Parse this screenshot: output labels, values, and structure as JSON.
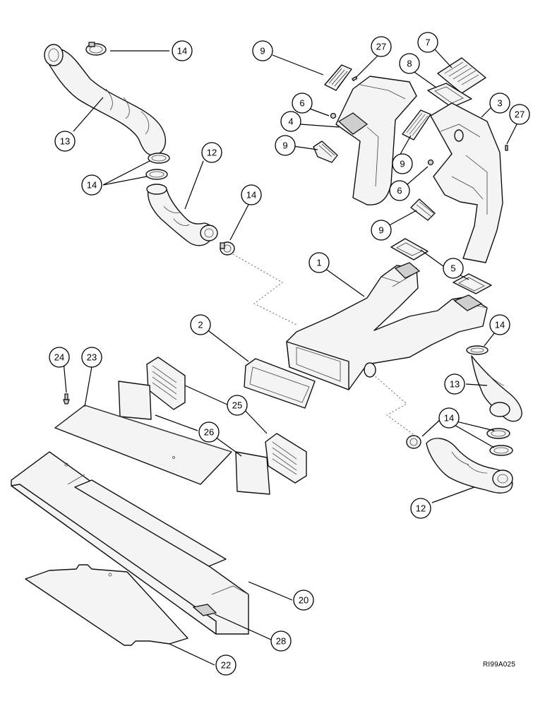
{
  "diagram": {
    "reference_code": "RI99A025",
    "callouts": [
      {
        "id": "c-14a",
        "label": "14"
      },
      {
        "id": "c-13a",
        "label": "13"
      },
      {
        "id": "c-14b",
        "label": "14"
      },
      {
        "id": "c-12a",
        "label": "12"
      },
      {
        "id": "c-14c",
        "label": "14"
      },
      {
        "id": "c-9a",
        "label": "9"
      },
      {
        "id": "c-27a",
        "label": "27"
      },
      {
        "id": "c-7",
        "label": "7"
      },
      {
        "id": "c-8",
        "label": "8"
      },
      {
        "id": "c-6a",
        "label": "6"
      },
      {
        "id": "c-3",
        "label": "3"
      },
      {
        "id": "c-27b",
        "label": "27"
      },
      {
        "id": "c-4",
        "label": "4"
      },
      {
        "id": "c-9b",
        "label": "9"
      },
      {
        "id": "c-9c",
        "label": "9"
      },
      {
        "id": "c-6b",
        "label": "6"
      },
      {
        "id": "c-9d",
        "label": "9"
      },
      {
        "id": "c-1",
        "label": "1"
      },
      {
        "id": "c-5",
        "label": "5"
      },
      {
        "id": "c-2",
        "label": "2"
      },
      {
        "id": "c-14d",
        "label": "14"
      },
      {
        "id": "c-24",
        "label": "24"
      },
      {
        "id": "c-23",
        "label": "23"
      },
      {
        "id": "c-13b",
        "label": "13"
      },
      {
        "id": "c-25",
        "label": "25"
      },
      {
        "id": "c-26",
        "label": "26"
      },
      {
        "id": "c-14e",
        "label": "14"
      },
      {
        "id": "c-12b",
        "label": "12"
      },
      {
        "id": "c-20",
        "label": "20"
      },
      {
        "id": "c-28",
        "label": "28"
      },
      {
        "id": "c-22",
        "label": "22"
      }
    ]
  }
}
